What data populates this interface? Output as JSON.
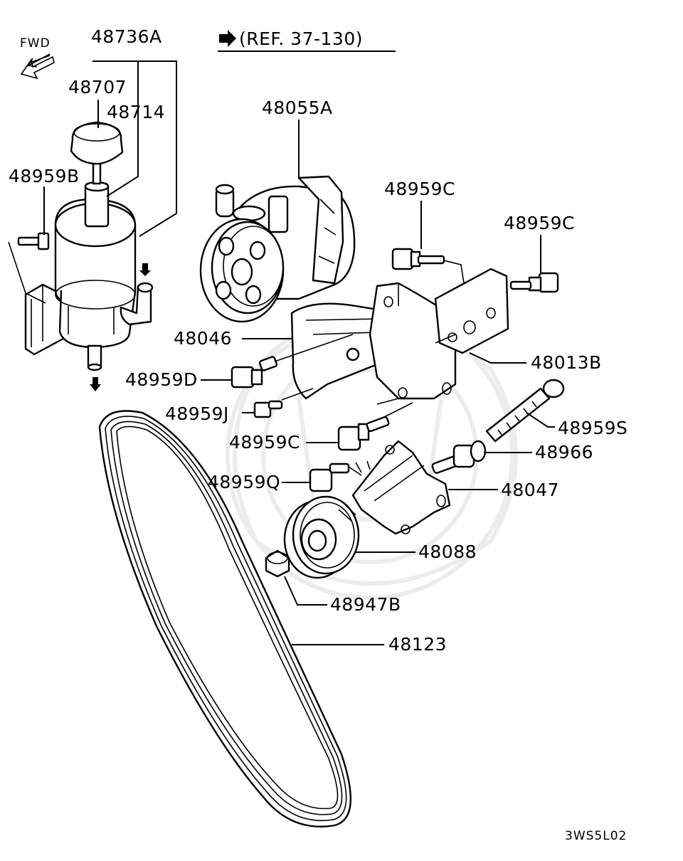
{
  "header": {
    "fwd_label": "FWD",
    "ref_arrow_icon": "right-arrow-icon",
    "ref_text": "(REF. 37-130)"
  },
  "callouts": [
    {
      "id": "48736A"
    },
    {
      "id": "48707"
    },
    {
      "id": "48714"
    },
    {
      "id": "48959B"
    },
    {
      "id": "48055A"
    },
    {
      "id": "48959C"
    },
    {
      "id": "48959C"
    },
    {
      "id": "48046"
    },
    {
      "id": "48013B"
    },
    {
      "id": "48959D"
    },
    {
      "id": "48959J"
    },
    {
      "id": "48959S"
    },
    {
      "id": "48959C"
    },
    {
      "id": "48966"
    },
    {
      "id": "48959Q"
    },
    {
      "id": "48047"
    },
    {
      "id": "48088"
    },
    {
      "id": "48947B"
    },
    {
      "id": "48123"
    }
  ],
  "footer": {
    "diagram_code": "3WS5L02"
  }
}
